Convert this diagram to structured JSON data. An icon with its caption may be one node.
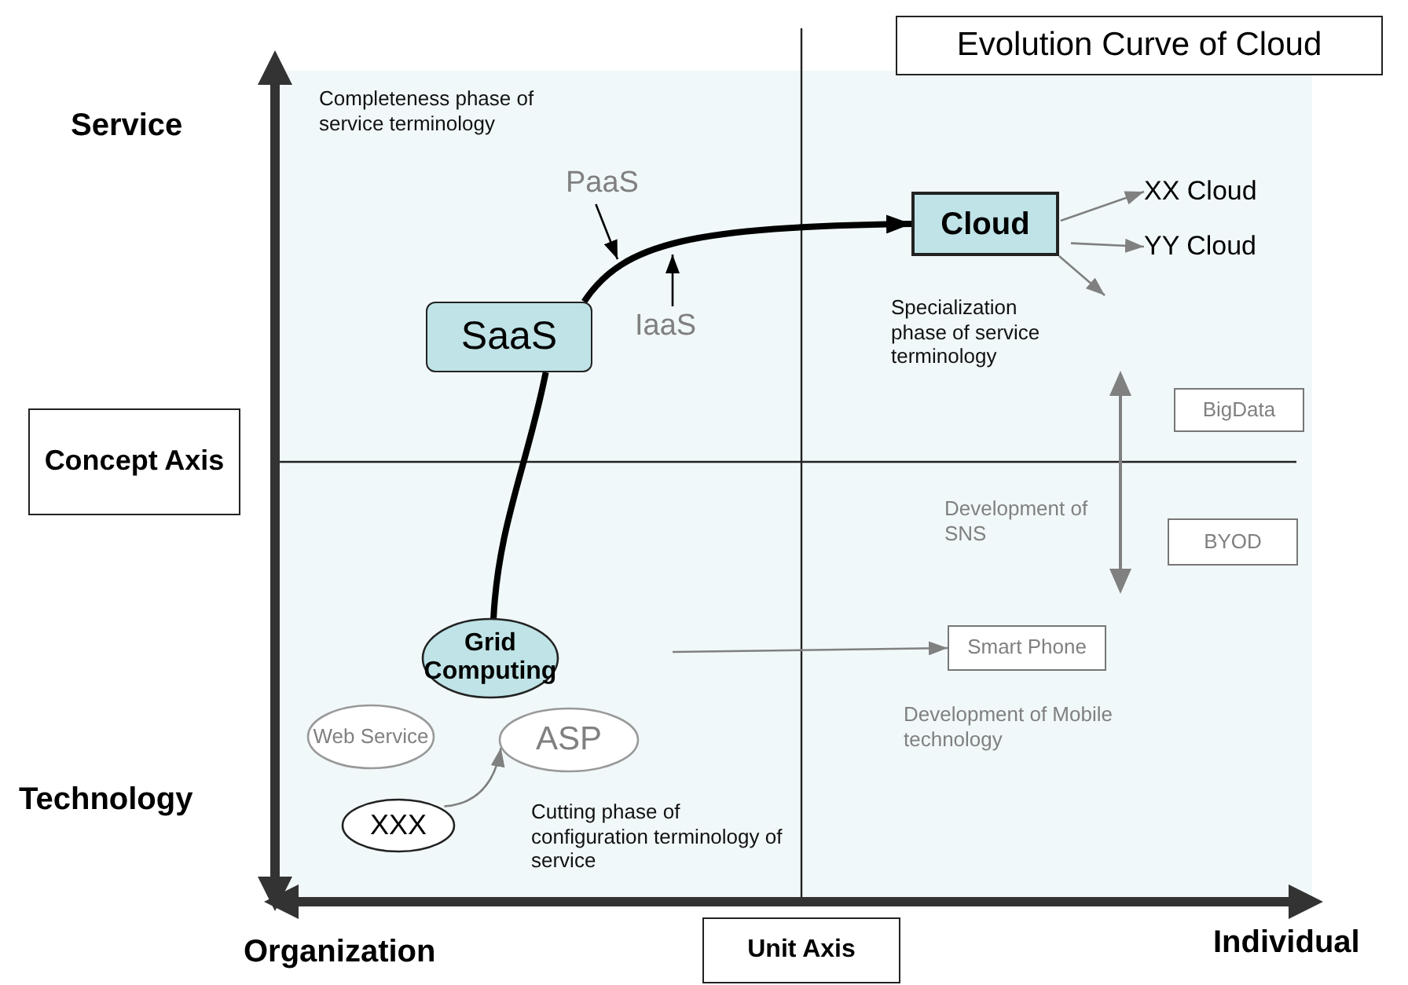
{
  "diagram": {
    "title": "Evolution Curve of Cloud",
    "nodes": [
      {
        "text": [
          "SaaS"
        ]
      },
      {
        "text": [
          "Cloud"
        ]
      },
      {
        "text": [
          "Grid Computing"
        ]
      },
      {
        "text": [
          "Web Service"
        ]
      },
      {
        "text": [
          "ASP"
        ]
      },
      {
        "text": [
          "XXX"
        ]
      },
      {
        "text": [
          "Smart Phone"
        ]
      },
      {
        "text": [
          "BigData"
        ]
      },
      {
        "text": [
          "BYOD"
        ]
      },
      {
        "text": [
          "Concept Axis"
        ]
      },
      {
        "text": [
          "Unit Axis"
        ]
      },
      {
        "text": [
          "XX Cloud"
        ]
      },
      {
        "text": [
          "YY Cloud"
        ]
      },
      {
        "text": [
          "PaaS"
        ]
      },
      {
        "text": [
          "IaaS"
        ]
      }
    ],
    "edges": [
      {
        "from": 2,
        "to": 0,
        "arrow": "none",
        "style": "thick",
        "color": "#000000"
      },
      {
        "from": 0,
        "to": 1,
        "arrow": "to",
        "style": "thick",
        "color": "#000000"
      },
      {
        "from": 1,
        "to": 11,
        "arrow": "to"
      },
      {
        "from": 1,
        "to": 12,
        "arrow": "to"
      },
      {
        "from": 1,
        "to": null,
        "arrow": "to"
      },
      {
        "from": 13,
        "to": null,
        "arrow": "to",
        "color": "#000000"
      },
      {
        "from": 14,
        "to": null,
        "arrow": "to",
        "color": "#000000"
      },
      {
        "from": 5,
        "to": 4,
        "arrow": "to"
      },
      {
        "from": null,
        "to": 6,
        "arrow": "to"
      }
    ],
    "labels": [
      "Service",
      "Technology",
      "Organization",
      "Individual",
      "Completeness phase of service terminology",
      "Specialization phase of service terminology",
      "Development of SNS",
      "Development of Mobile technology",
      "Cutting phase of configuration terminology of service"
    ]
  }
}
